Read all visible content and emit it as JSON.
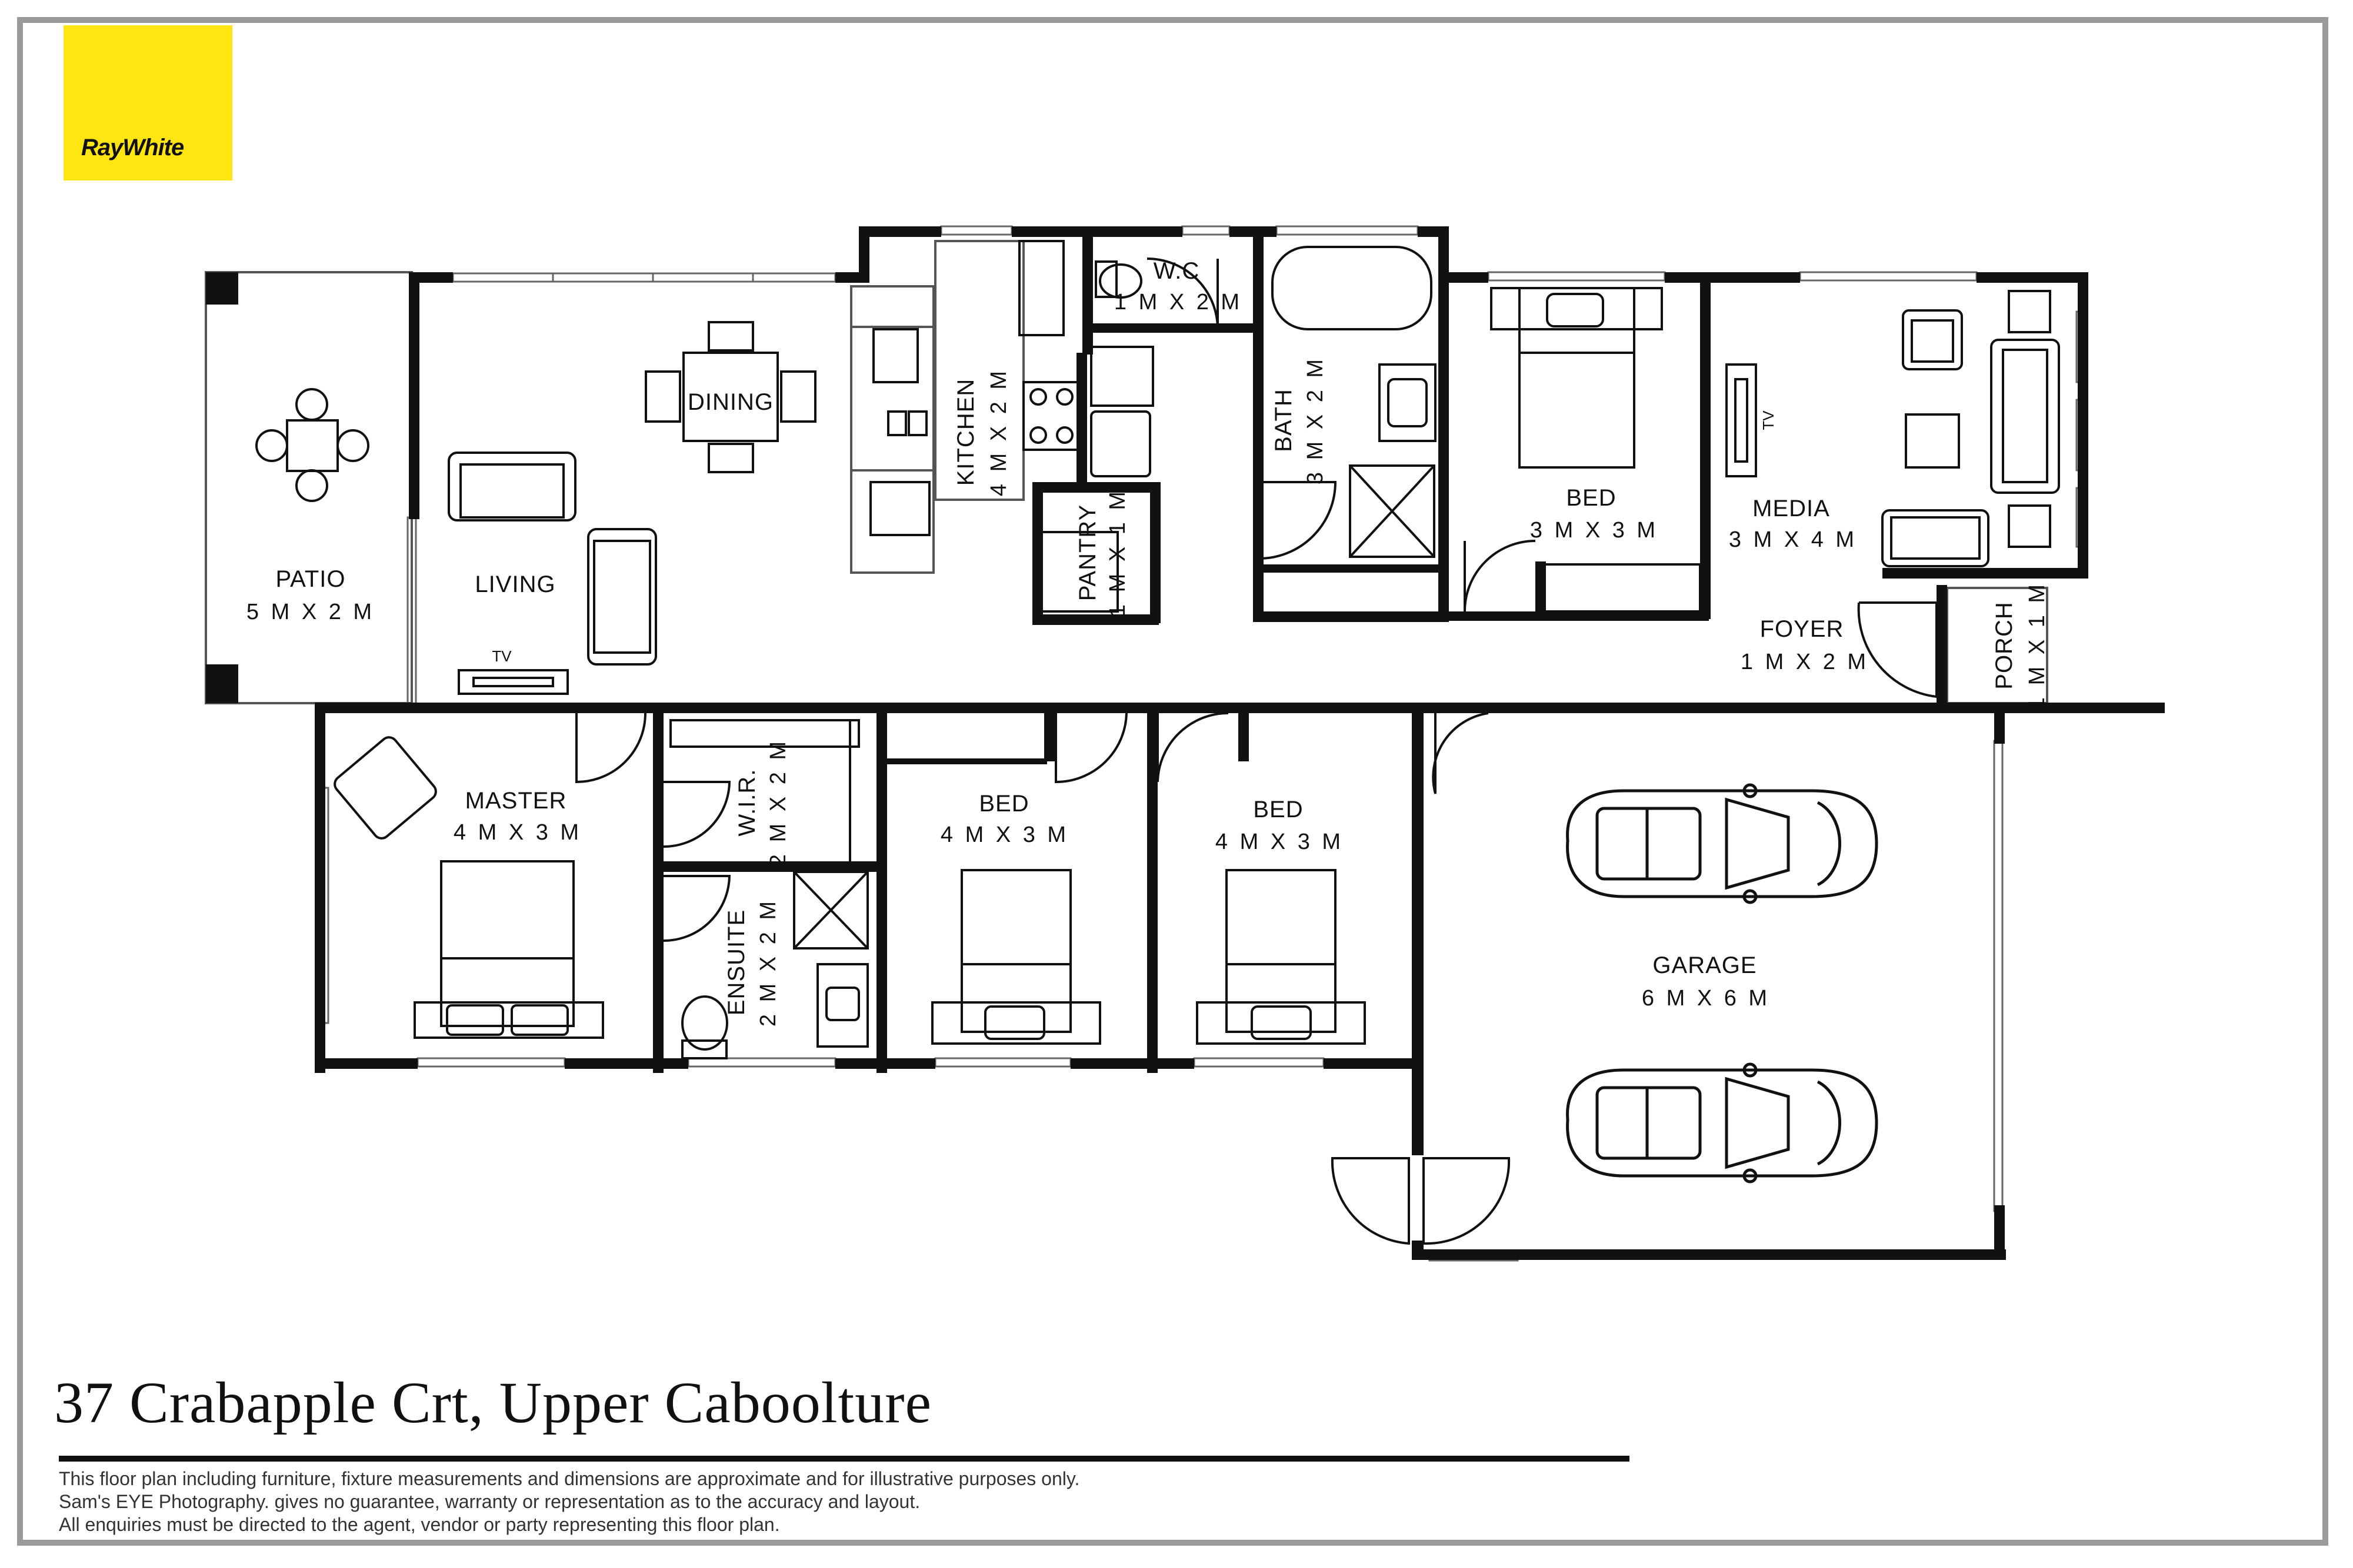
{
  "brand": {
    "logo_text": "RayWhite",
    "logo_color": "#ffe512"
  },
  "address": "37 Crabapple Crt, Upper Caboolture",
  "rooms": [
    {
      "name": "PATIO",
      "dims": "5 M X 2 M"
    },
    {
      "name": "DINING",
      "dims": ""
    },
    {
      "name": "LIVING",
      "dims": ""
    },
    {
      "name": "KITCHEN",
      "dims": "4 M X 2 M"
    },
    {
      "name": "PANTRY",
      "dims": "1 M X 1 M"
    },
    {
      "name": "W.C",
      "dims": "1 M X 2 M"
    },
    {
      "name": "BATH",
      "dims": "3 M X 2 M"
    },
    {
      "name": "BED",
      "dims": "3 M X 3 M"
    },
    {
      "name": "MEDIA",
      "dims": "3 M X 4 M"
    },
    {
      "name": "FOYER",
      "dims": "1 M X 2 M"
    },
    {
      "name": "PORCH",
      "dims": "1 M X 1 M"
    },
    {
      "name": "MASTER",
      "dims": "4 M X 3 M"
    },
    {
      "name": "W.I.R.",
      "dims": "2 M X 2 M"
    },
    {
      "name": "ENSUITE",
      "dims": "2 M X 2 M"
    },
    {
      "name": "BED",
      "dims": "4 M X 3 M"
    },
    {
      "name": "BED",
      "dims": "4 M X 3 M"
    },
    {
      "name": "GARAGE",
      "dims": "6 M X 6 M"
    }
  ],
  "tv_labels": [
    "TV",
    "TV"
  ],
  "disclaimer": [
    "This floor plan including furniture, fixture measurements and dimensions are approximate and for illustrative purposes only.",
    "Sam's EYE Photography. gives no guarantee, warranty or representation as to the accuracy and layout.",
    "All enquiries must be directed to the agent, vendor or party representing this floor plan."
  ]
}
